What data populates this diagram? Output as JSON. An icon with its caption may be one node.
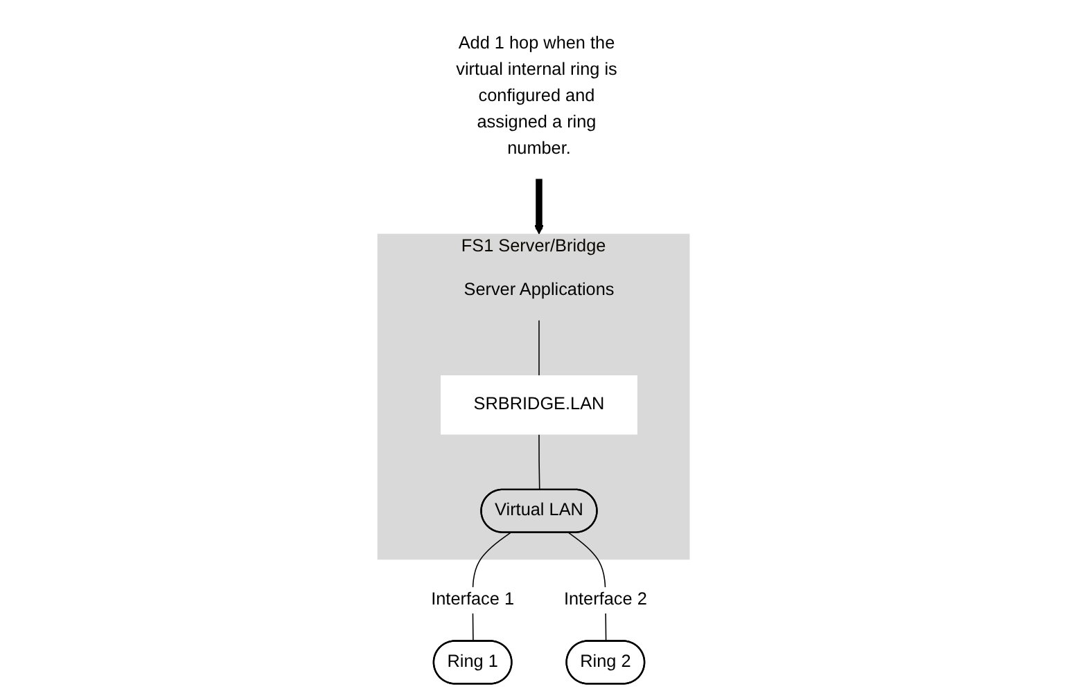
{
  "diagram": {
    "nodes": [
      {
        "text": [
          "FS1 Server/Bridge"
        ]
      },
      {
        "text": [
          "Server Applications"
        ],
        "in": 0
      },
      {
        "text": [
          "SRBRIDGE.LAN"
        ],
        "in": 0
      },
      {
        "text": [
          "Virtual LAN"
        ],
        "in": 0
      },
      {
        "text": [
          "Ring 1"
        ]
      },
      {
        "text": [
          "Ring 2"
        ]
      },
      {
        "text": [
          "Add 1 hop when the virtual internal ring is configured and assigned a ring number."
        ]
      }
    ],
    "edges": [
      {
        "from": 1,
        "to": 2,
        "arrow": "none"
      },
      {
        "from": 2,
        "to": 3,
        "arrow": "none"
      },
      {
        "from": 3,
        "to": 4,
        "arrow": "none",
        "label": "Interface 1"
      },
      {
        "from": 3,
        "to": 5,
        "arrow": "none",
        "label": "Interface 2"
      },
      {
        "from": 6,
        "to": 0,
        "arrow": "to",
        "style": "thick"
      }
    ]
  }
}
